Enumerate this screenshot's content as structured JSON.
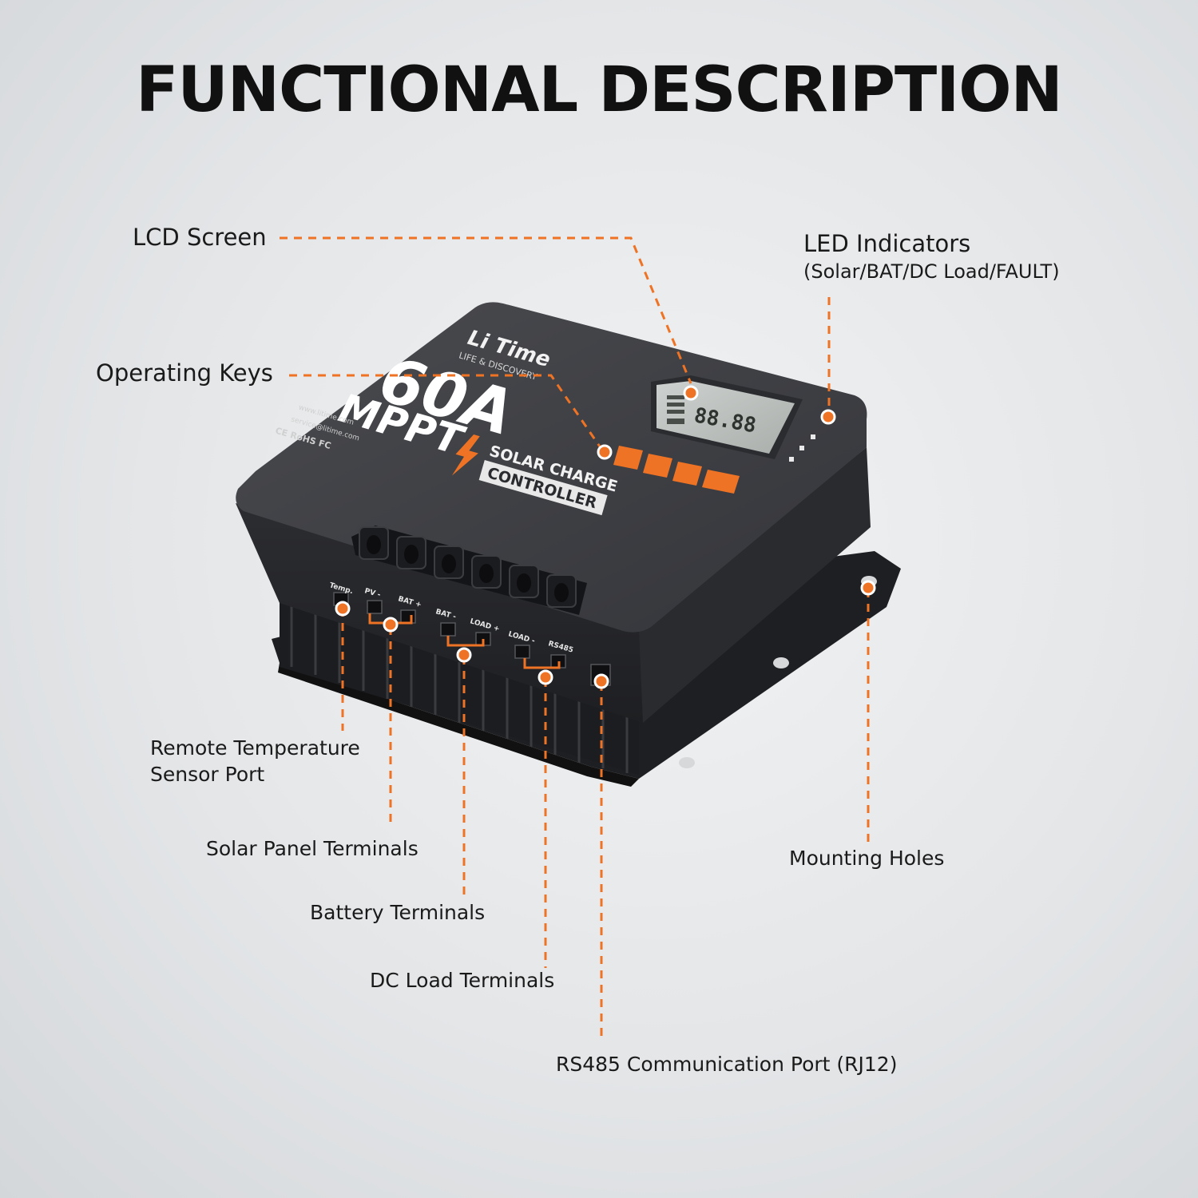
{
  "title": "FUNCTIONAL DESCRIPTION",
  "callouts": {
    "lcd_screen": "LCD Screen",
    "led_indicators": "LED Indicators",
    "led_indicators_sub": "(Solar/BAT/DC Load/FAULT)",
    "operating_keys": "Operating Keys",
    "remote_temp_line1": "Remote Temperature",
    "remote_temp_line2": "Sensor Port",
    "solar_terminals": "Solar Panel Terminals",
    "battery_terminals": "Battery Terminals",
    "dc_load_terminals": "DC Load Terminals",
    "mounting_holes": "Mounting Holes",
    "rs485_port": "RS485 Communication Port (RJ12)"
  },
  "device": {
    "brand": "Li Time",
    "tagline": "LIFE & DISCOVERY",
    "rating": "60A",
    "type": "MPPT",
    "product_line1": "SOLAR CHARGE",
    "product_line2": "CONTROLLER",
    "website": "www.litime.com",
    "email": "service@litime.com",
    "certs": "CE RoHS FC",
    "lcd_digits": "88.88",
    "port_labels": [
      "Temp.",
      "PV -",
      "BAT +",
      "BAT -",
      "LOAD +",
      "LOAD -",
      "RS485"
    ]
  },
  "colors": {
    "accent": "#ee7325",
    "housing": "#3b3c3f",
    "heatsink": "#1f2023"
  }
}
